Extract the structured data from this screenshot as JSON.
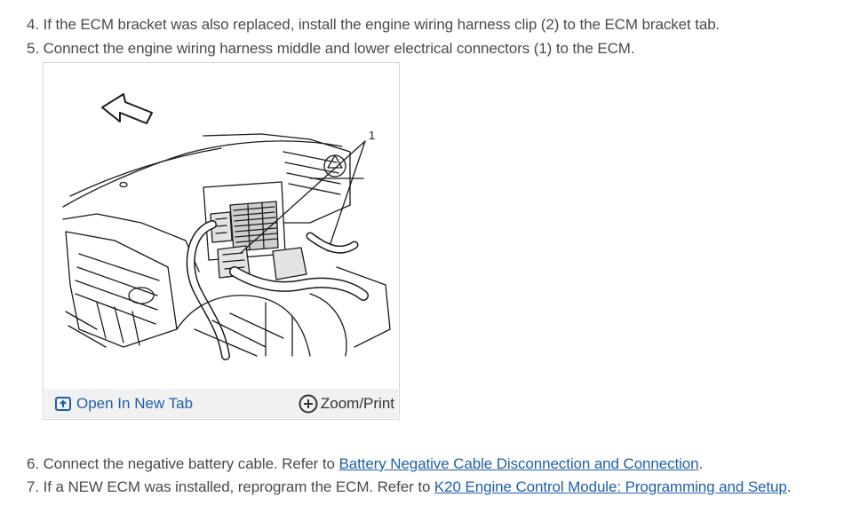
{
  "steps": [
    {
      "text": "4. If the ECM bracket was also replaced, install the engine wiring harness clip (2) to the ECM bracket tab."
    },
    {
      "text": "5. Connect the engine wiring harness middle and lower electrical connectors (1) to the ECM."
    },
    {
      "prefix": "6. Connect the negative battery cable. Refer to ",
      "link": "Battery Negative Cable Disconnection and Connection",
      "suffix": "."
    },
    {
      "prefix": "7. If a NEW ECM was installed, reprogram the ECM. Refer to ",
      "link": "K20 Engine Control Module: Programming and Setup",
      "suffix": "."
    }
  ],
  "figure": {
    "callout": "1",
    "open_tab_label": "Open In New Tab",
    "zoom_label": "Zoom/Print",
    "icons": {
      "open_tab": "open-in-new-tab-icon",
      "zoom": "zoom-plus-icon"
    }
  },
  "colors": {
    "link": "#1f5fa8",
    "text": "#4a4a4a",
    "toolbar_bg": "#f1f1f1",
    "border": "#d6d6d6"
  }
}
